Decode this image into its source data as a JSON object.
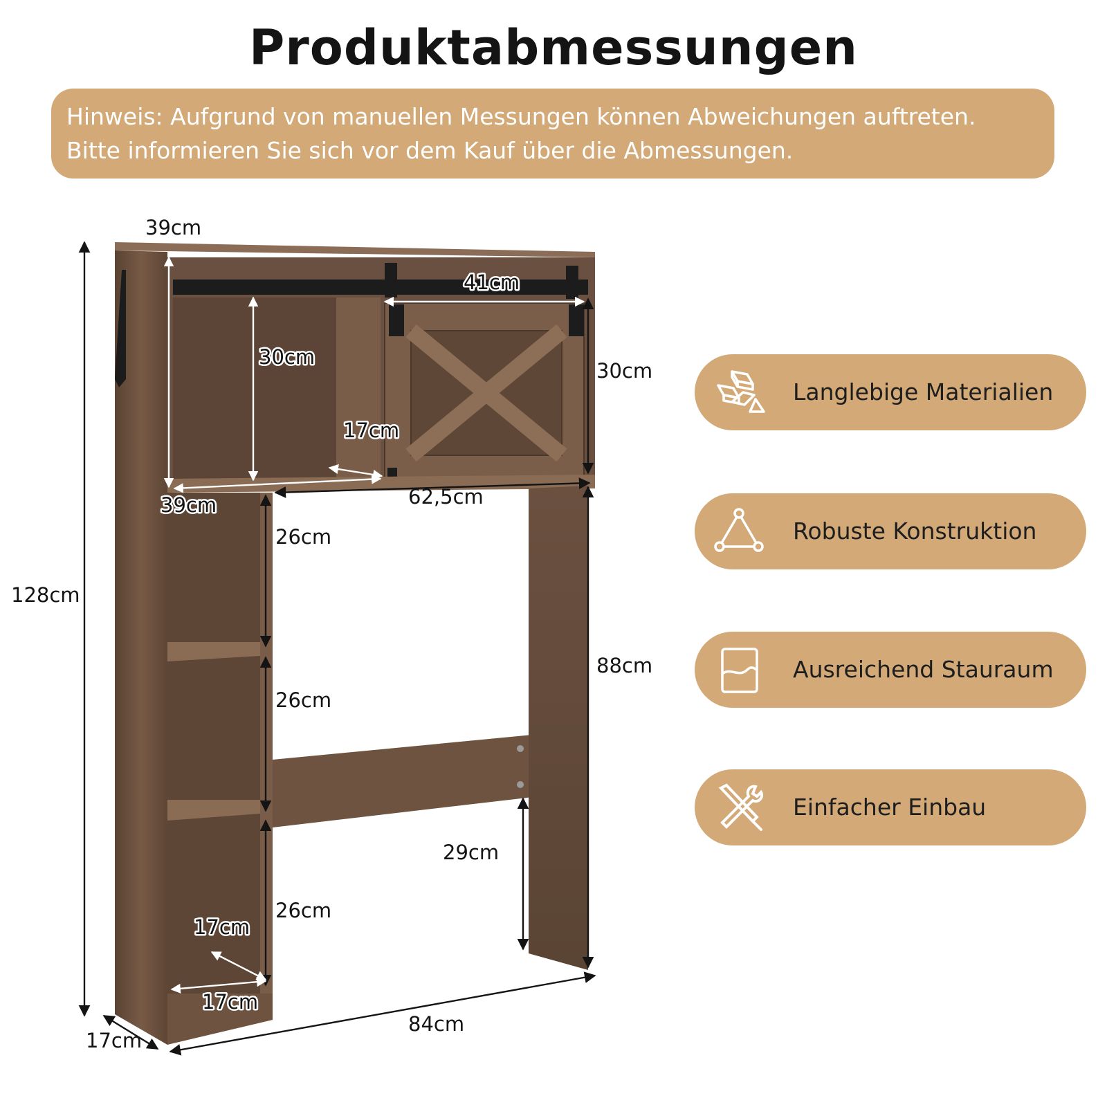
{
  "title": "Produktabmessungen",
  "note": {
    "line1": "Hinweis: Aufgrund von manuellen Messungen können Abweichungen auftreten.",
    "line2": "Bitte informieren Sie sich vor dem Kauf über die Abmessungen."
  },
  "dimensions": {
    "depth_top": "39cm",
    "door_width": "41cm",
    "open_height": "30cm",
    "cabinet_height": "30cm",
    "divider_depth": "17cm",
    "inner_depth": "39cm",
    "opening_width": "62,5cm",
    "total_height": "128cm",
    "shelf1": "26cm",
    "shelf2": "26cm",
    "shelf3": "26cm",
    "leg_height": "88cm",
    "crossbar_height": "29cm",
    "cube_depth": "17cm",
    "cube_width": "17cm",
    "total_width": "84cm",
    "side_depth": "17cm"
  },
  "features": [
    {
      "label": "Langlebige Materialien",
      "icon": "gold-bars-icon"
    },
    {
      "label": "Robuste Konstruktion",
      "icon": "triangle-structure-icon"
    },
    {
      "label": "Ausreichend Stauraum",
      "icon": "storage-box-icon"
    },
    {
      "label": "Einfacher Einbau",
      "icon": "tools-icon"
    }
  ],
  "colors": {
    "accent": "#d2a977",
    "wood": "#6e5341",
    "wood_dark": "#4a382b",
    "text": "#141414"
  }
}
